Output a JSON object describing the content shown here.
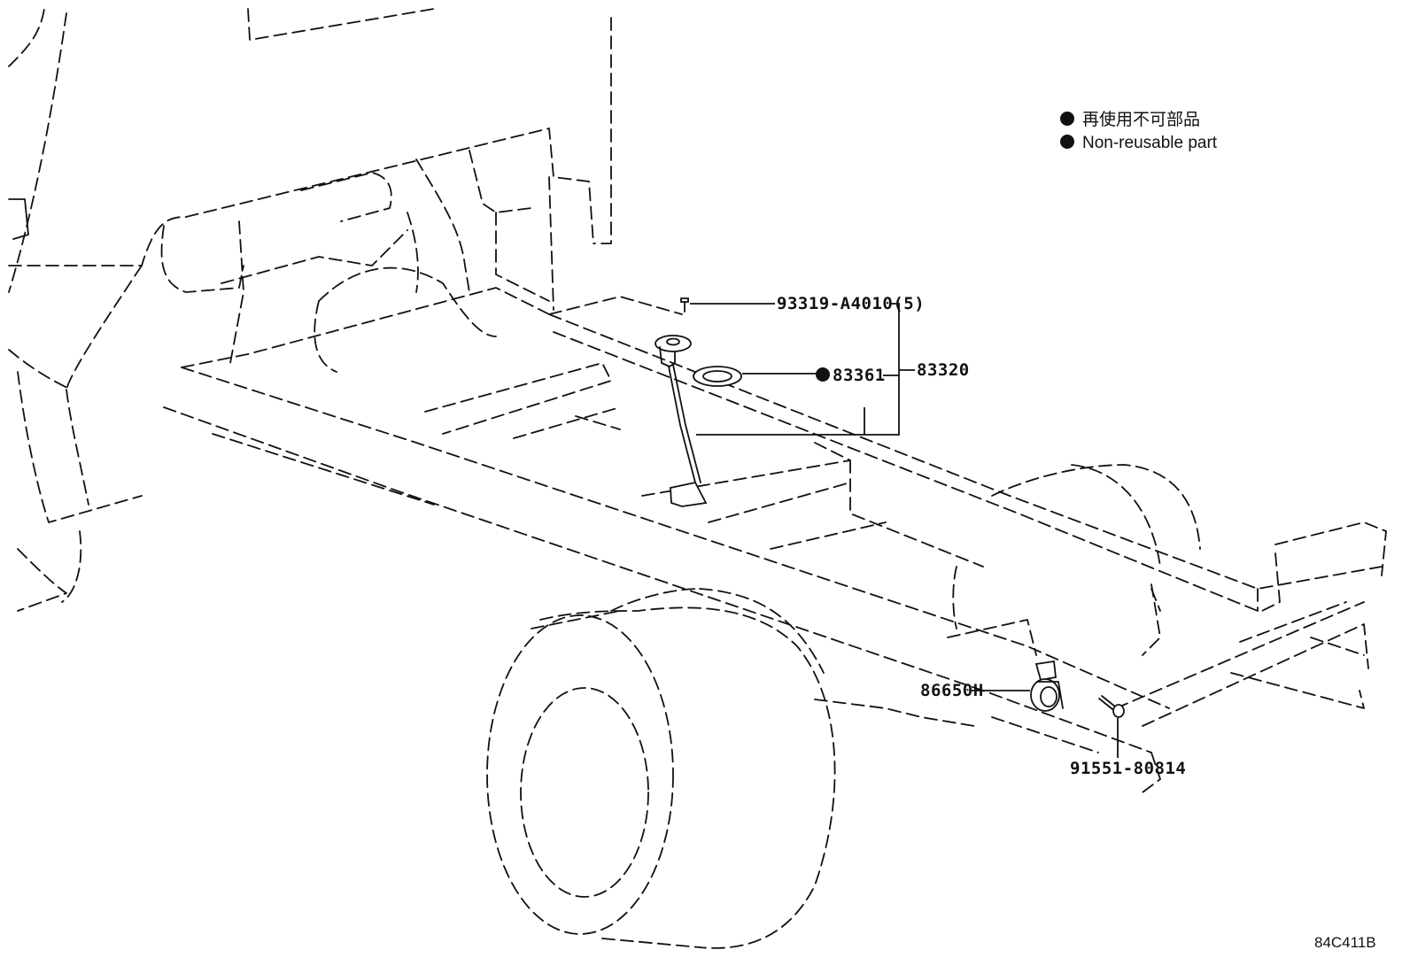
{
  "legend": {
    "items": [
      {
        "label_jp": "再使用不可部品"
      },
      {
        "label_en": "Non-reusable part"
      }
    ]
  },
  "callouts": {
    "screw": "93319-A4010(5)",
    "gasket": "83361",
    "gauge_assy": "83320",
    "horn": "86650H",
    "bolt": "91551-80814"
  },
  "figure_code": "84C411B"
}
